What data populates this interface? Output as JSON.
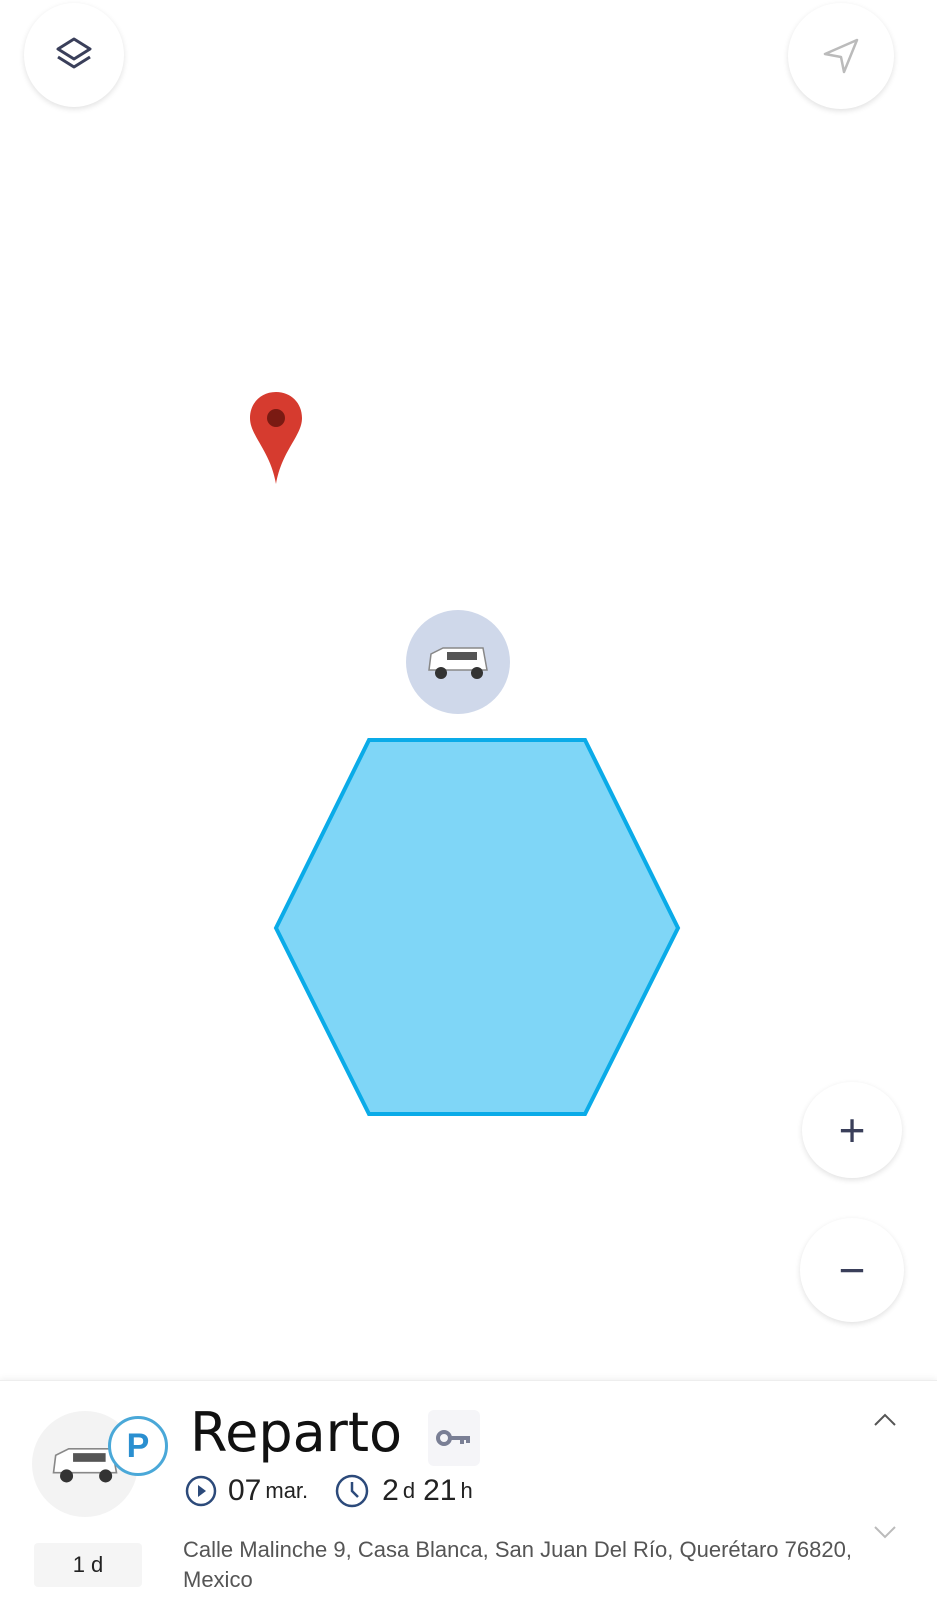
{
  "map": {
    "layers_button": "layers-icon",
    "locate_button": "navigation-arrow-icon",
    "zoom_in_label": "+",
    "zoom_out_label": "−",
    "geofence_color": "#7fd6f7",
    "geofence_border": "#0aabe8",
    "pin_color": "#d63b2f"
  },
  "panel": {
    "title": "Reparto",
    "status_badge": "P",
    "start_date_day": "07",
    "start_date_month": "mar.",
    "duration_days": "2",
    "duration_days_unit": "d",
    "duration_hours": "21",
    "duration_hours_unit": "h",
    "age": "1 d",
    "address": "Calle Malinche 9, Casa Blanca, San Juan Del Río, Querétaro 76820, Mexico"
  }
}
